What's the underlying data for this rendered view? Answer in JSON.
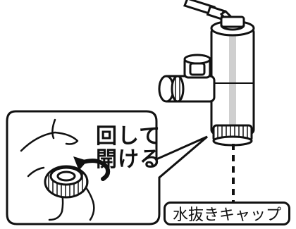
{
  "instruction": {
    "line1": "回して",
    "line2": "開ける"
  },
  "callout": {
    "part_label": "水抜きキャップ"
  },
  "colors": {
    "line": "#111111",
    "background": "#ffffff",
    "shade": "#cfcfcf"
  }
}
